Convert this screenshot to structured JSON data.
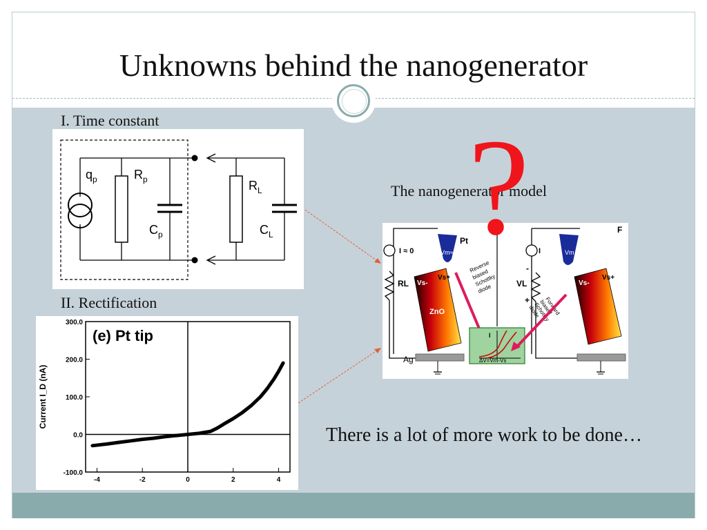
{
  "slide": {
    "title": "Unknowns behind the nanogenerator",
    "section1_label": "I. Time constant",
    "section2_label": "II. Rectification",
    "model_label": "The nanogenerator model",
    "question_mark": "?",
    "conclusion": "There is a lot of more work to be done…"
  },
  "circuit": {
    "source_label": "q",
    "source_sub": "p",
    "rp_label": "R",
    "rp_sub": "p",
    "cp_label": "C",
    "cp_sub": "p",
    "rl_label": "R",
    "rl_sub": "L",
    "cl_label": "C",
    "cl_sub": "L"
  },
  "model": {
    "panel_letter": "F",
    "left_current": "I ≈ 0",
    "right_current": "I",
    "pt_label": "Pt",
    "vm_left": "Vm≈0",
    "vm_right": "Vm",
    "rl_label": "RL",
    "vl_label": "VL",
    "minus": "-",
    "plus": "+",
    "vs_minus": "Vs-",
    "vs_plus": "Vs+",
    "zno": "ZnO",
    "ag": "Ag",
    "reverse_note": [
      "Reverse",
      "biased",
      "Schottky",
      "diode"
    ],
    "forward_note": [
      "Forward",
      "biased",
      "Schottky",
      "diode"
    ],
    "inset_axis_i": "I",
    "inset_axis_v": "ΔV=Vm-Vs"
  },
  "chart_data": {
    "type": "line",
    "annotation": "(e) Pt tip",
    "xlabel": "",
    "ylabel": "Current I_D (nA)",
    "xlim": [
      -4.5,
      4.5
    ],
    "ylim": [
      -100,
      300
    ],
    "x_ticks": [
      "-4",
      "-2",
      "0",
      "2",
      "4"
    ],
    "y_ticks": [
      "300.0",
      "200.0",
      "100.0",
      "0.0",
      "-100.0"
    ],
    "series": [
      {
        "x": [
          -4.2,
          -3.5,
          -3.0,
          -2.5,
          -2.0,
          -1.5,
          -1.0,
          -0.5,
          0.0,
          0.5,
          1.0,
          1.3,
          1.6,
          2.0,
          2.4,
          2.8,
          3.2,
          3.5,
          3.8,
          4.0,
          4.2
        ],
        "y": [
          -30,
          -25,
          -21,
          -17,
          -13,
          -10,
          -6,
          -3,
          0,
          3,
          8,
          17,
          28,
          42,
          58,
          77,
          100,
          122,
          148,
          168,
          190
        ]
      }
    ]
  }
}
